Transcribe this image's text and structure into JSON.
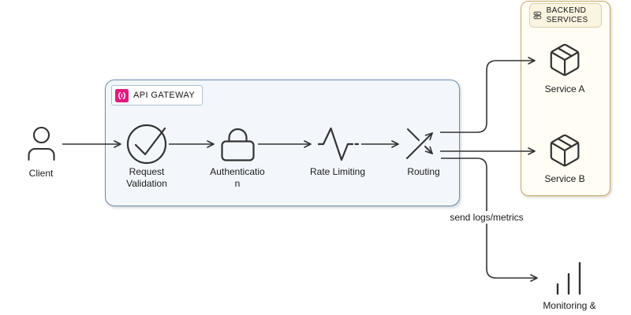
{
  "diagram": {
    "client": {
      "label": "Client",
      "icon": "person-icon"
    },
    "gateway": {
      "title": "API GATEWAY",
      "title_icon": "api-gateway-icon",
      "steps": [
        {
          "id": "request-validation",
          "label": "Request\nValidation",
          "icon": "check-circle-icon"
        },
        {
          "id": "authentication",
          "label": "Authenticatio\nn",
          "icon": "lock-icon"
        },
        {
          "id": "rate-limiting",
          "label": "Rate Limiting",
          "icon": "pulse-icon"
        },
        {
          "id": "routing",
          "label": "Routing",
          "icon": "crossing-arrows-icon"
        }
      ]
    },
    "backend": {
      "title": "BACKEND\nSERVICES",
      "title_icon": "server-stack-icon",
      "services": [
        {
          "label": "Service A",
          "icon": "package-icon"
        },
        {
          "label": "Service B",
          "icon": "package-icon"
        }
      ]
    },
    "edges": {
      "logs_label": "send logs/metrics"
    },
    "monitoring": {
      "label": "Monitoring &",
      "icon": "bar-chart-icon"
    },
    "colors": {
      "gateway_border": "#6a8cae",
      "gateway_fill": "#f3f7fb",
      "backend_border": "#c9a562",
      "backend_fill": "#fffdf4",
      "backend_chip_fill": "#fbf4e1",
      "api_gateway_pink": "#e5197d",
      "line": "#333333"
    }
  }
}
